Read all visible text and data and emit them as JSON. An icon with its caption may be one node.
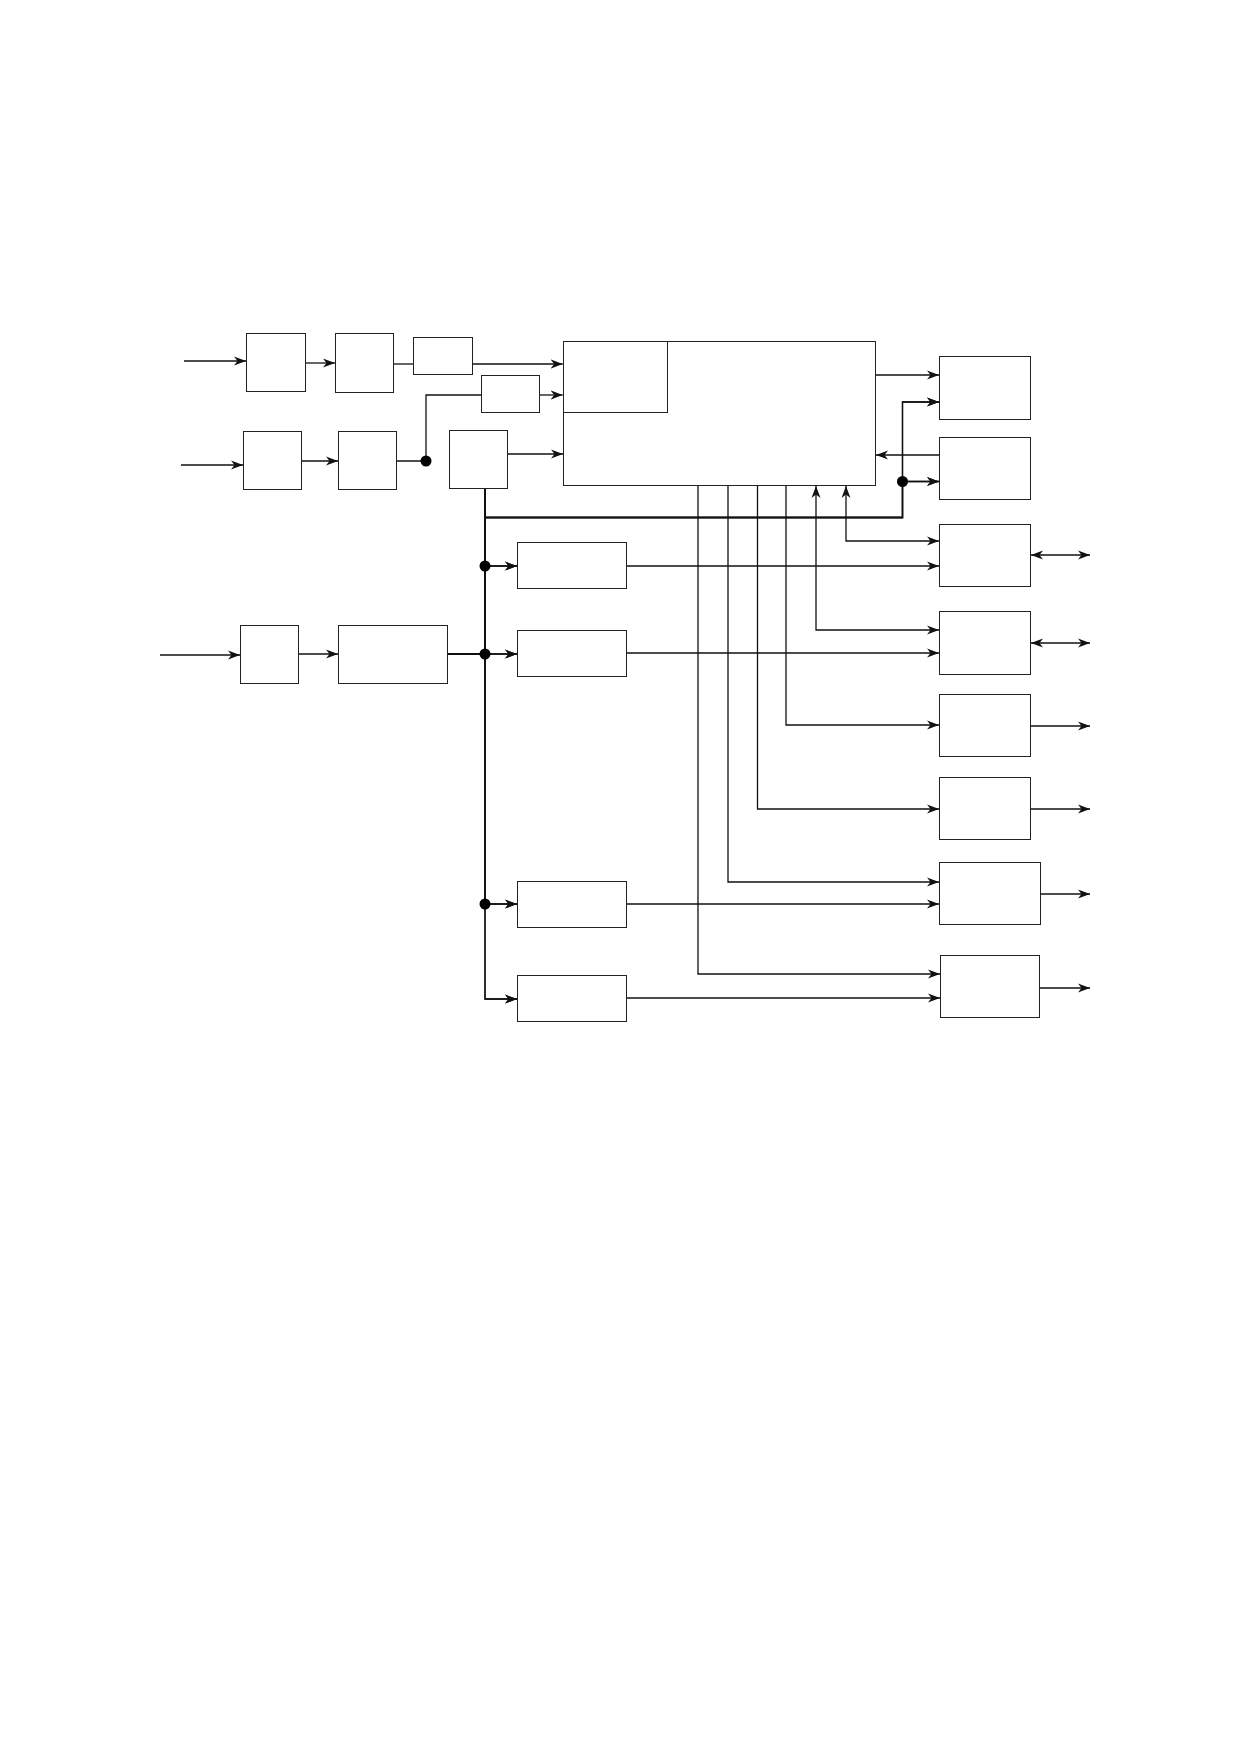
{
  "diagram": {
    "nodes": [
      {
        "text": [],
        "shape": "box"
      },
      {
        "text": [],
        "shape": "box"
      },
      {
        "text": [],
        "shape": "box"
      },
      {
        "text": [],
        "shape": "box"
      },
      {
        "text": [],
        "shape": "box",
        "in": 3
      },
      {
        "text": [],
        "shape": "box"
      },
      {
        "text": [],
        "shape": "box"
      },
      {
        "text": [],
        "shape": "box"
      },
      {
        "text": [],
        "shape": "box"
      },
      {
        "text": [],
        "shape": "box"
      },
      {
        "text": [],
        "shape": "box"
      },
      {
        "text": [],
        "shape": "box"
      },
      {
        "text": [],
        "shape": "box"
      },
      {
        "text": [],
        "shape": "box"
      },
      {
        "text": [],
        "shape": "box"
      },
      {
        "text": [],
        "shape": "box"
      },
      {
        "text": [],
        "shape": "box"
      },
      {
        "text": [],
        "shape": "box"
      },
      {
        "text": [],
        "shape": "box"
      },
      {
        "text": [],
        "shape": "box"
      },
      {
        "text": [],
        "shape": "box"
      },
      {
        "text": [],
        "shape": "box"
      },
      {
        "text": [],
        "shape": "box"
      }
    ],
    "edges": [
      {
        "from": null,
        "to": 0,
        "arrow": "to"
      },
      {
        "from": 0,
        "to": 1,
        "arrow": "to"
      },
      {
        "from": 1,
        "to": 2,
        "arrow": "none"
      },
      {
        "from": 2,
        "to": 4,
        "arrow": "to"
      },
      {
        "from": 8,
        "to": 6,
        "arrow": "none"
      },
      {
        "from": 6,
        "to": 4,
        "arrow": "to"
      },
      {
        "from": null,
        "to": 7,
        "arrow": "to"
      },
      {
        "from": 7,
        "to": 8,
        "arrow": "to"
      },
      {
        "from": 9,
        "to": 3,
        "arrow": "to"
      },
      {
        "from": 3,
        "to": 5,
        "arrow": "to"
      },
      {
        "from": 10,
        "to": 3,
        "arrow": "to"
      },
      {
        "from": 9,
        "to": 5,
        "arrow": "to"
      },
      {
        "from": 9,
        "to": 10,
        "arrow": "to"
      },
      {
        "from": 9,
        "to": 12,
        "arrow": "to"
      },
      {
        "from": 9,
        "to": 15,
        "arrow": "to"
      },
      {
        "from": 9,
        "to": 19,
        "arrow": "to"
      },
      {
        "from": 9,
        "to": 21,
        "arrow": "to"
      },
      {
        "from": 14,
        "to": 5,
        "arrow": "to"
      },
      {
        "from": 14,
        "to": 10,
        "arrow": "to"
      },
      {
        "from": 14,
        "to": 12,
        "arrow": "to"
      },
      {
        "from": 14,
        "to": 15,
        "arrow": "to"
      },
      {
        "from": 14,
        "to": 19,
        "arrow": "to"
      },
      {
        "from": 14,
        "to": 21,
        "arrow": "to"
      },
      {
        "from": 3,
        "to": 11,
        "arrow": "both"
      },
      {
        "from": 3,
        "to": 16,
        "arrow": "both"
      },
      {
        "from": 3,
        "to": 17,
        "arrow": "to"
      },
      {
        "from": 3,
        "to": 18,
        "arrow": "to"
      },
      {
        "from": 3,
        "to": 20,
        "arrow": "to"
      },
      {
        "from": 3,
        "to": 22,
        "arrow": "to"
      },
      {
        "from": 12,
        "to": 11,
        "arrow": "to"
      },
      {
        "from": 15,
        "to": 16,
        "arrow": "to"
      },
      {
        "from": 19,
        "to": 20,
        "arrow": "to"
      },
      {
        "from": 21,
        "to": 22,
        "arrow": "to"
      },
      {
        "from": 11,
        "to": null,
        "arrow": "both"
      },
      {
        "from": 16,
        "to": null,
        "arrow": "both"
      },
      {
        "from": 17,
        "to": null,
        "arrow": "to"
      },
      {
        "from": 18,
        "to": null,
        "arrow": "to"
      },
      {
        "from": 20,
        "to": null,
        "arrow": "to"
      },
      {
        "from": 22,
        "to": null,
        "arrow": "to"
      },
      {
        "from": null,
        "to": 13,
        "arrow": "to"
      },
      {
        "from": 13,
        "to": 14,
        "arrow": "to"
      }
    ]
  }
}
